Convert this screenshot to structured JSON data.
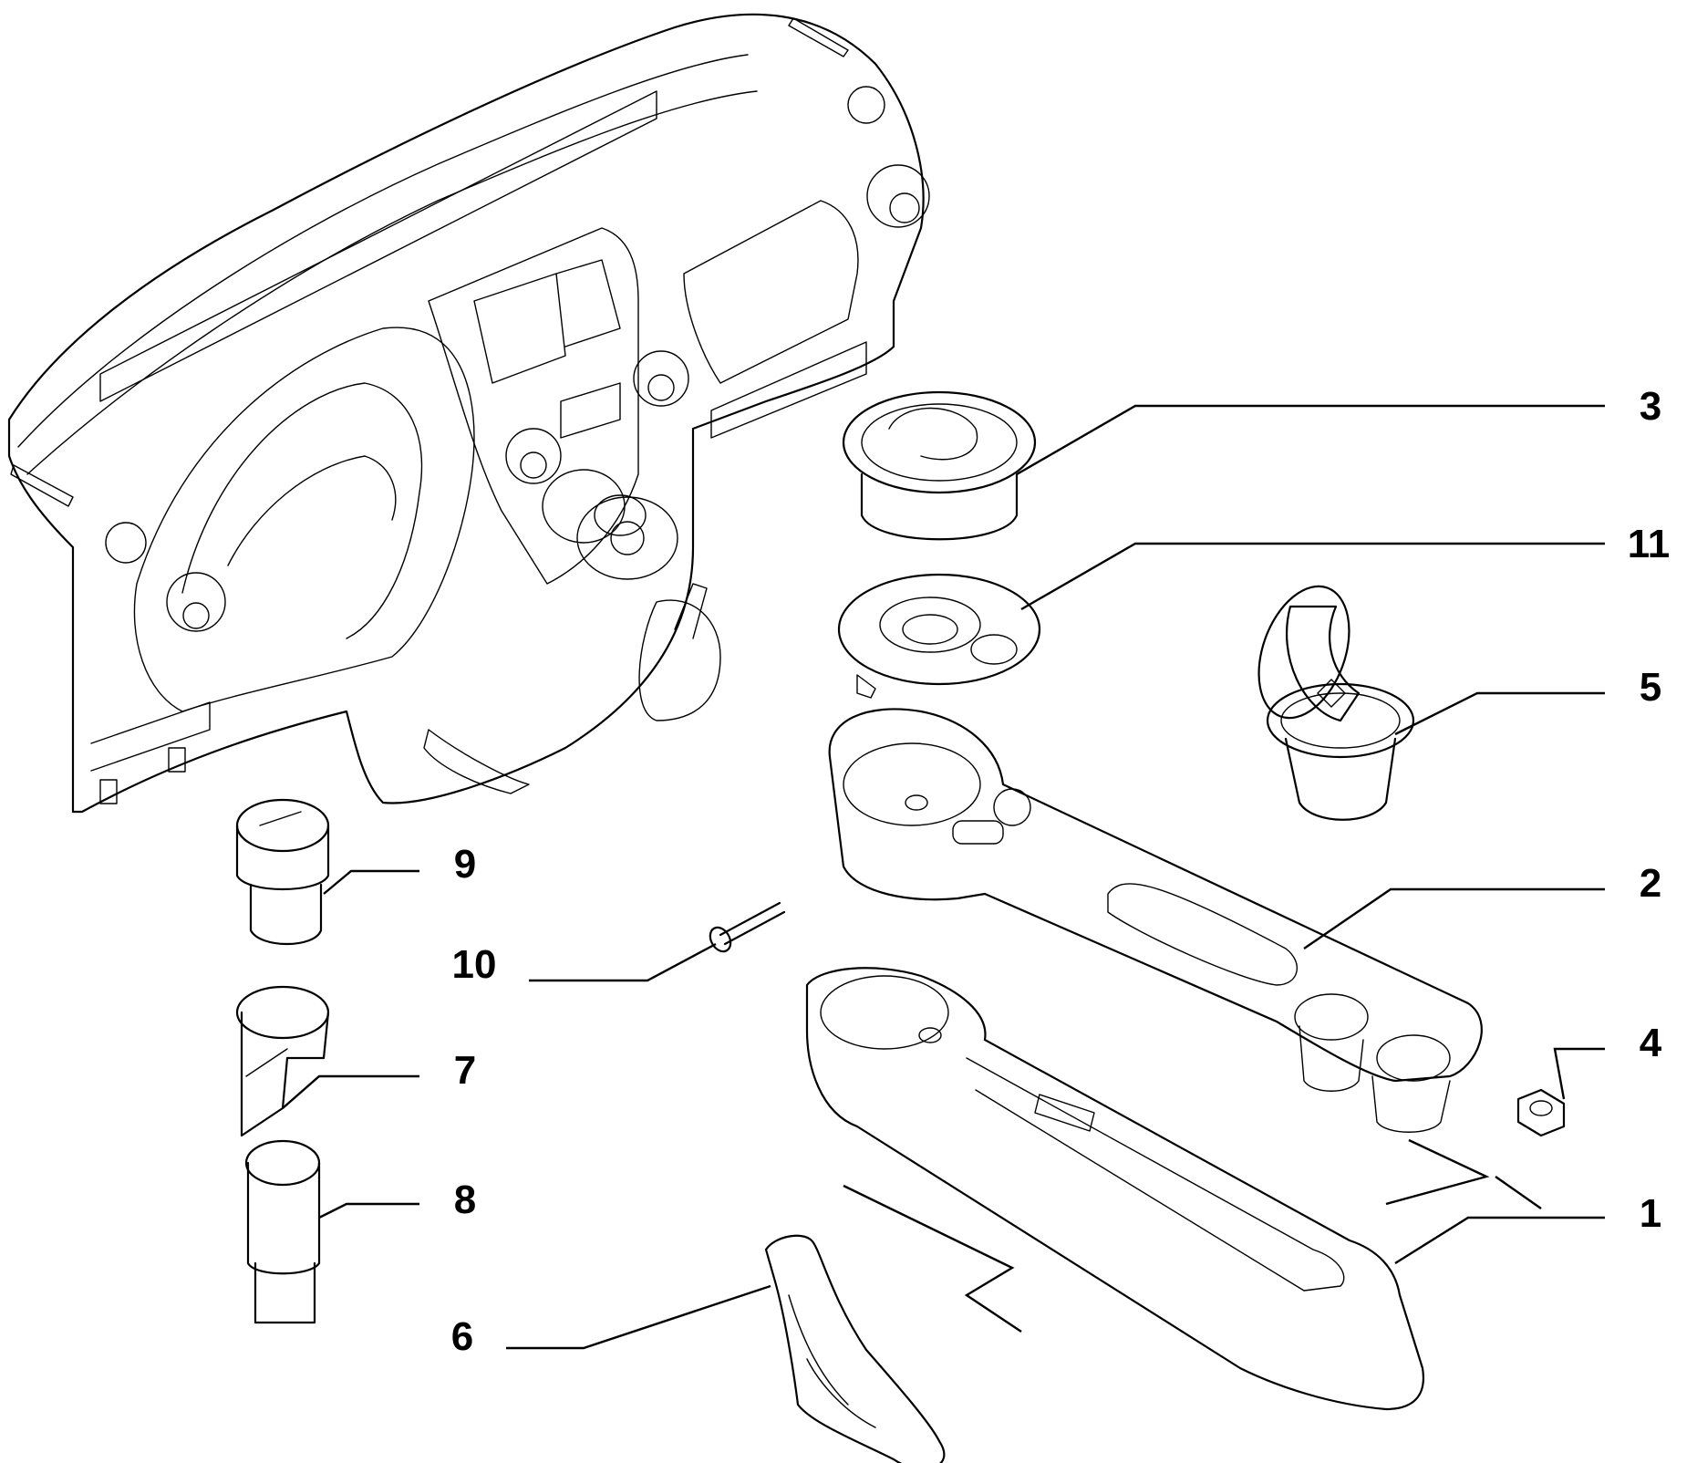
{
  "callouts": [
    {
      "id": "3",
      "label": "3"
    },
    {
      "id": "11",
      "label": "11"
    },
    {
      "id": "5",
      "label": "5"
    },
    {
      "id": "2",
      "label": "2"
    },
    {
      "id": "4",
      "label": "4"
    },
    {
      "id": "1",
      "label": "1"
    },
    {
      "id": "9",
      "label": "9"
    },
    {
      "id": "10",
      "label": "10"
    },
    {
      "id": "7",
      "label": "7"
    },
    {
      "id": "8",
      "label": "8"
    },
    {
      "id": "6",
      "label": "6"
    }
  ]
}
